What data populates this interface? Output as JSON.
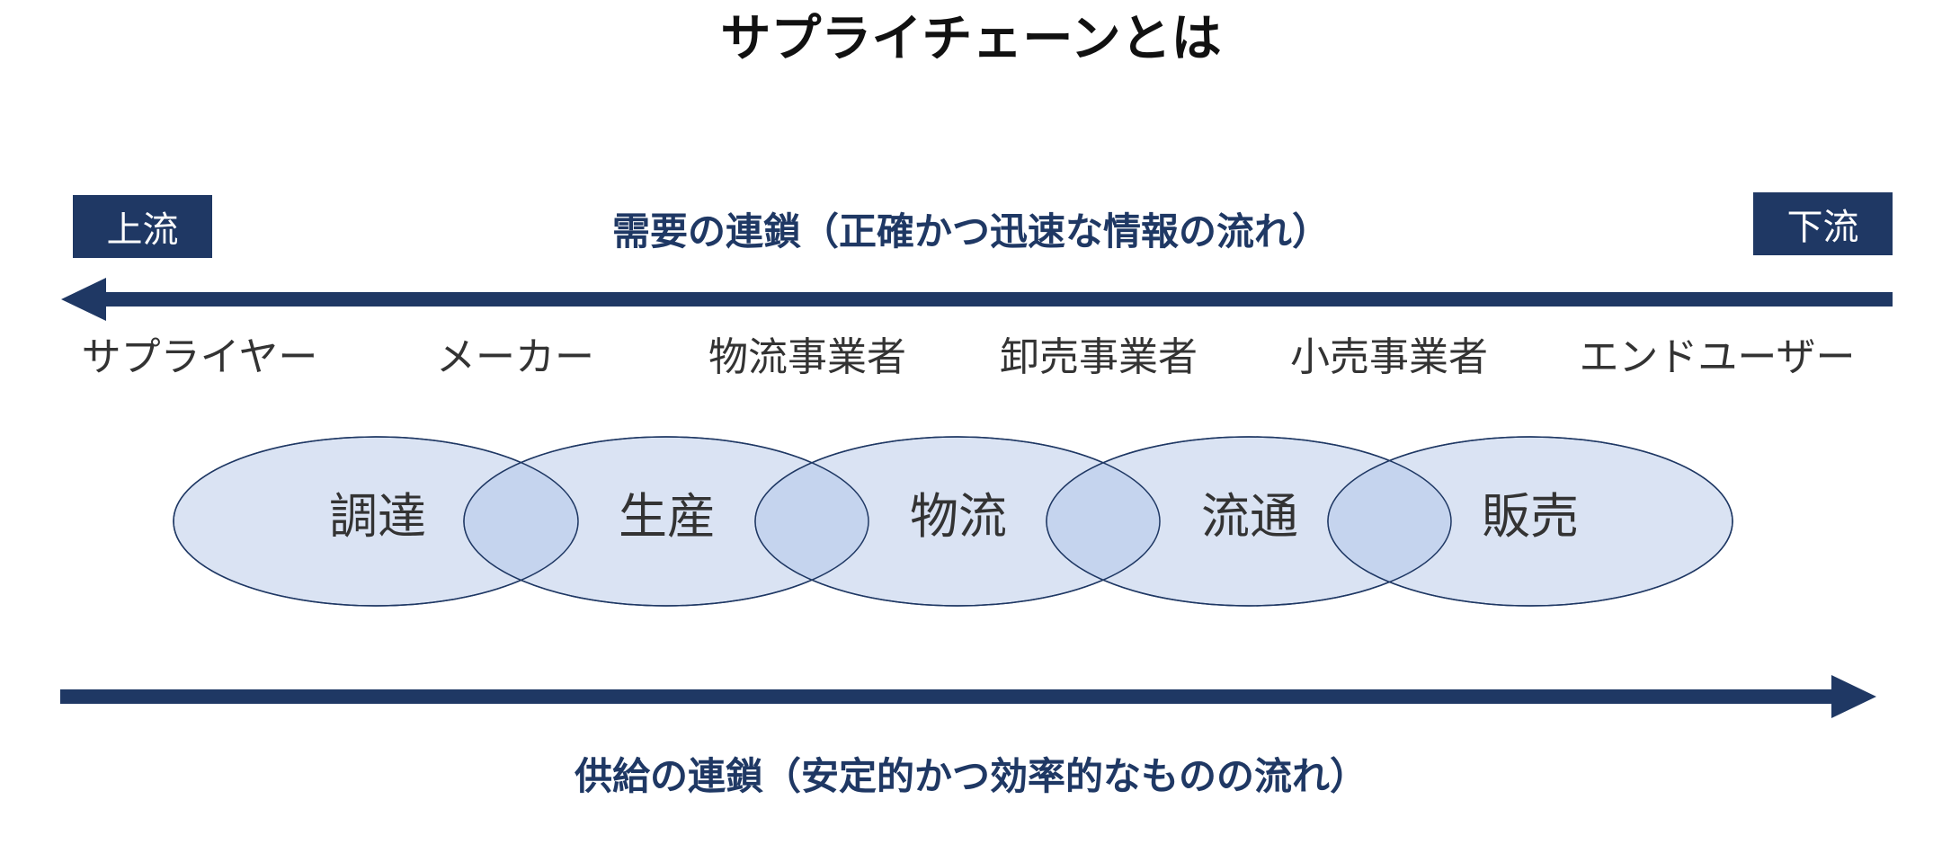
{
  "title": "サプライチェーンとは",
  "tags": {
    "upstream": "上流",
    "downstream": "下流"
  },
  "demand_chain": "需要の連鎖（正確かつ迅速な情報の流れ）",
  "supply_chain": "供給の連鎖（安定的かつ効率的なものの流れ）",
  "actors": [
    "サプライヤー",
    "メーカー",
    "物流事業者",
    "卸売事業者",
    "小売事業者",
    "エンドユーザー"
  ],
  "stages": [
    "調達",
    "生産",
    "物流",
    "流通",
    "販売"
  ],
  "colors": {
    "navy": "#1f3864",
    "ellipse_fill": "#dae3f3",
    "overlap_fill": "#c5d4ee"
  }
}
